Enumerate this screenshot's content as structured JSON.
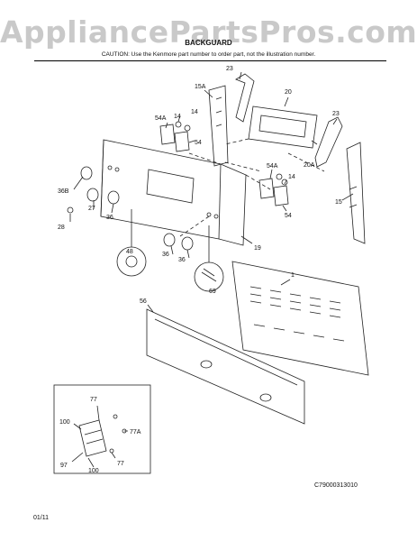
{
  "header": {
    "watermark": "AppliancePartsPros.com",
    "section_title": "BACKGUARD",
    "caution": "CAUTION: Use the Kenmore part number to order part, not the illustration number."
  },
  "callouts": [
    "23",
    "20",
    "15A",
    "54A",
    "14",
    "14",
    "54",
    "23",
    "20A",
    "54A",
    "14",
    "54",
    "15",
    "36B",
    "27",
    "36",
    "28",
    "48",
    "36",
    "36",
    "69",
    "19",
    "1",
    "56",
    "77",
    "100",
    "77A",
    "97",
    "77",
    "100"
  ],
  "footer": {
    "date": "01/11",
    "diagram_code": "C79000313010"
  }
}
